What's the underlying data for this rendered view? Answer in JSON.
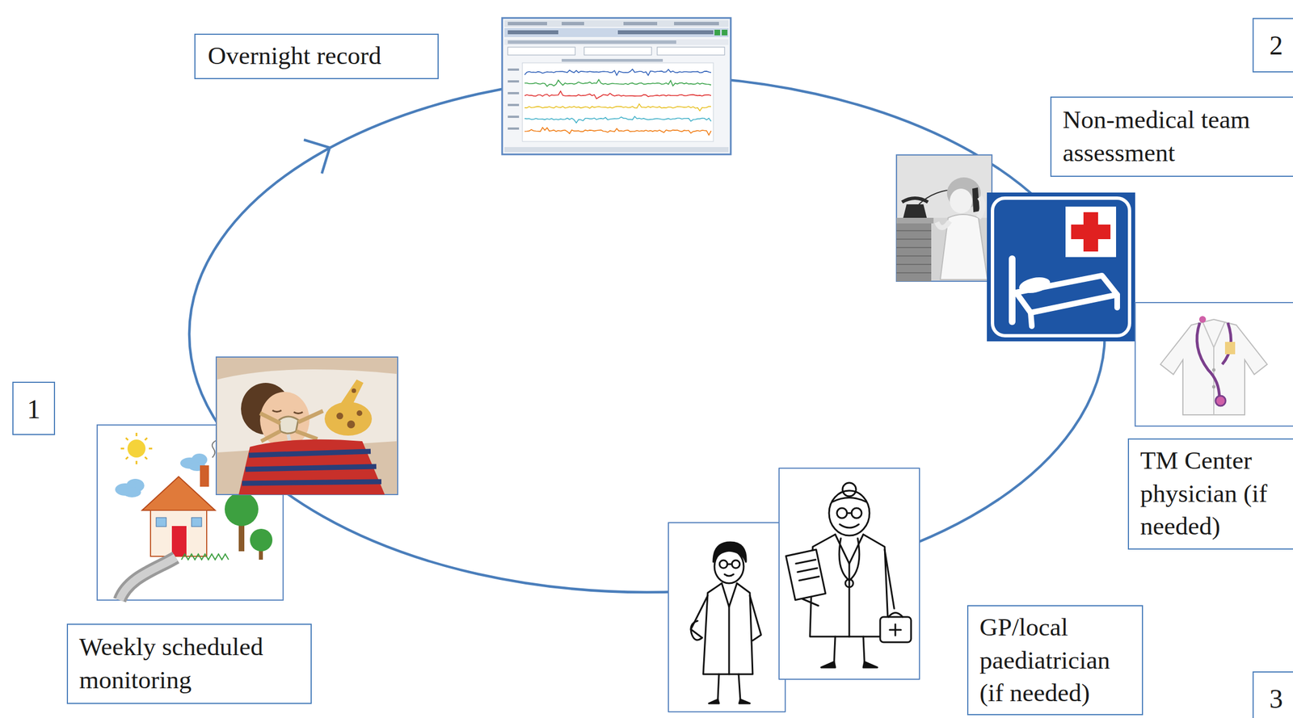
{
  "diagram": {
    "nodes": [
      {
        "text": [
          "Overnight record"
        ]
      },
      {
        "text": [
          "2"
        ]
      },
      {
        "text": [
          "Non-medical team assessment"
        ]
      },
      {
        "text": [
          "TM Center physician (if needed)"
        ]
      },
      {
        "text": [
          "1"
        ]
      },
      {
        "text": [
          "Weekly scheduled monitoring"
        ]
      },
      {
        "text": [
          "GP/local paediatrician (if needed)"
        ]
      },
      {
        "text": [
          "3"
        ]
      }
    ]
  }
}
